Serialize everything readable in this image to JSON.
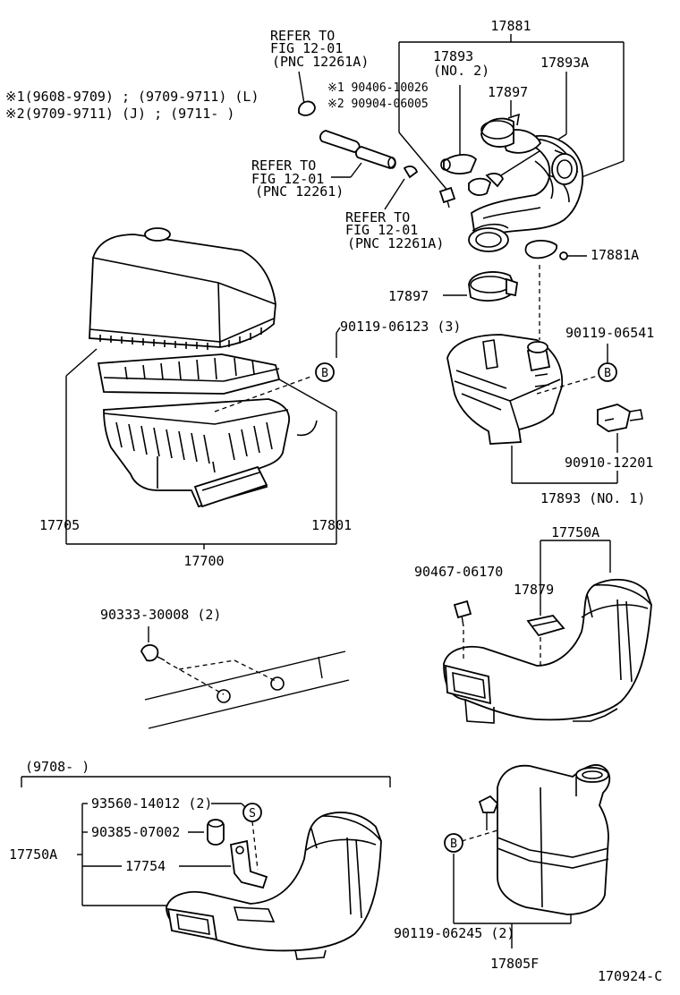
{
  "labels": {
    "p17881": "17881",
    "p17893_no2": "17893",
    "no2": "(NO. 2)",
    "p17893A": "17893A",
    "p17897_top": "17897",
    "refer1_a": "REFER TO",
    "refer1_b": "FIG 12-01",
    "refer1_c": "(PNC 12261A)",
    "note1": "※1(9608-9709) ; (9709-9711) (L)",
    "note2": "※2(9709-9711) (J) ; (9711-      )",
    "bolt1": "※1 90406-10026",
    "bolt2": "※2 90904-06005",
    "refer2_a": "REFER TO",
    "refer2_b": "FIG 12-01",
    "refer2_c": "(PNC 12261)",
    "refer3_a": "REFER TO",
    "refer3_b": "FIG 12-01",
    "refer3_c": "(PNC 12261A)",
    "p17881A": "17881A",
    "p17897_mid": "17897",
    "p90119_06123": "90119-06123 (3)",
    "p90119_06541": "90119-06541",
    "p90910_12201": "90910-12201",
    "p17893_no1": "17893 (NO. 1)",
    "p17705": "17705",
    "p17801": "17801",
    "p17700": "17700",
    "p17750A_top": "17750A",
    "p90467_06170": "90467-06170",
    "p17879": "17879",
    "p90333_30008": "90333-30008 (2)",
    "period": "(9708-       )",
    "p93560_14012": "93560-14012 (2)",
    "p90385_07002": "90385-07002",
    "p17750A_bot": "17750A",
    "p17754": "17754",
    "p90119_06245": "90119-06245 (2)",
    "p17805F": "17805F",
    "fig_code": "170924-C",
    "ref_B": "B",
    "ref_S": "S"
  }
}
